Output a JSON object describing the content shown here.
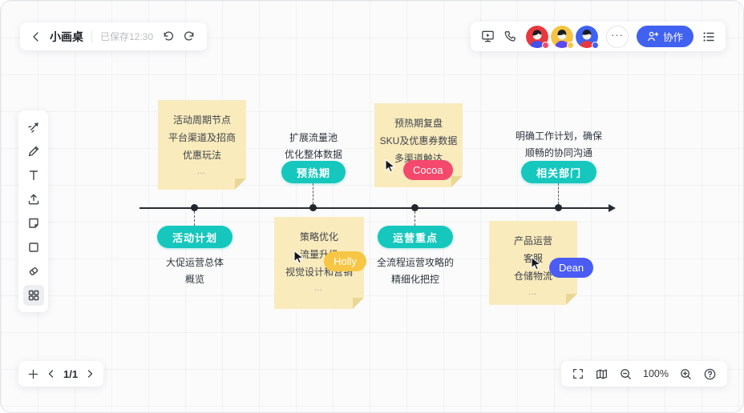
{
  "header": {
    "title": "小画桌",
    "status": "已保存12:30",
    "more_label": "···",
    "collab_label": "协作",
    "avatars": [
      {
        "style": "--dot:#F4486C",
        "colors": "--bg:#E8383D;--sh:#4250F0"
      },
      {
        "style": "--dot:#F6C644",
        "colors": "--bg:#F6C343;--sh:#5B48EE"
      },
      {
        "style": "--dot:#4A5CF3",
        "colors": "--bg:#3D63F2;--sh:#E8383D"
      }
    ]
  },
  "toolbar": {
    "tools": [
      "select",
      "pen",
      "text",
      "upload",
      "sticky-note",
      "shape",
      "eraser",
      "templates"
    ]
  },
  "canvas": {
    "pills": [
      {
        "label": "预热期"
      },
      {
        "label": "相关部门"
      },
      {
        "label": "活动计划"
      },
      {
        "label": "运营重点"
      }
    ],
    "texts": [
      {
        "lines": [
          "扩展流量池",
          "优化整体数据"
        ]
      },
      {
        "lines": [
          "明确工作计划，确保",
          "顺畅的协同沟通"
        ]
      },
      {
        "lines": [
          "大促运营总体",
          "概览"
        ]
      },
      {
        "lines": [
          "全流程运营攻略的",
          "精细化把控"
        ]
      }
    ],
    "notes": [
      {
        "lines": [
          "活动周期节点",
          "平台渠道及招商",
          "优惠玩法"
        ],
        "more": "…"
      },
      {
        "lines": [
          "预热期复盘",
          "SKU及优惠券数据",
          "多渠道触达"
        ],
        "more": ""
      },
      {
        "lines": [
          "策略优化",
          "流量升级",
          "视觉设计和营销"
        ],
        "more": "…"
      },
      {
        "lines": [
          "产品运营",
          "客服",
          "仓储物流"
        ],
        "more": "…"
      }
    ],
    "cursors": [
      {
        "name": "Cocoa",
        "style": "--c:#F4486C"
      },
      {
        "name": "Holly",
        "style": "--c:#F6C644"
      },
      {
        "name": "Dean",
        "style": "--c:#4A5CF3"
      }
    ]
  },
  "footer": {
    "page": "1/1",
    "zoom": "100%"
  },
  "colors": {
    "accent_teal": "#15C7BC",
    "note_yellow": "#FAEBBC",
    "collab_blue": "#4161F0",
    "cursor_red": "#F4486C",
    "cursor_yellow": "#F6C644",
    "cursor_blue": "#4A5CF3",
    "timeline_black": "#272B33"
  }
}
